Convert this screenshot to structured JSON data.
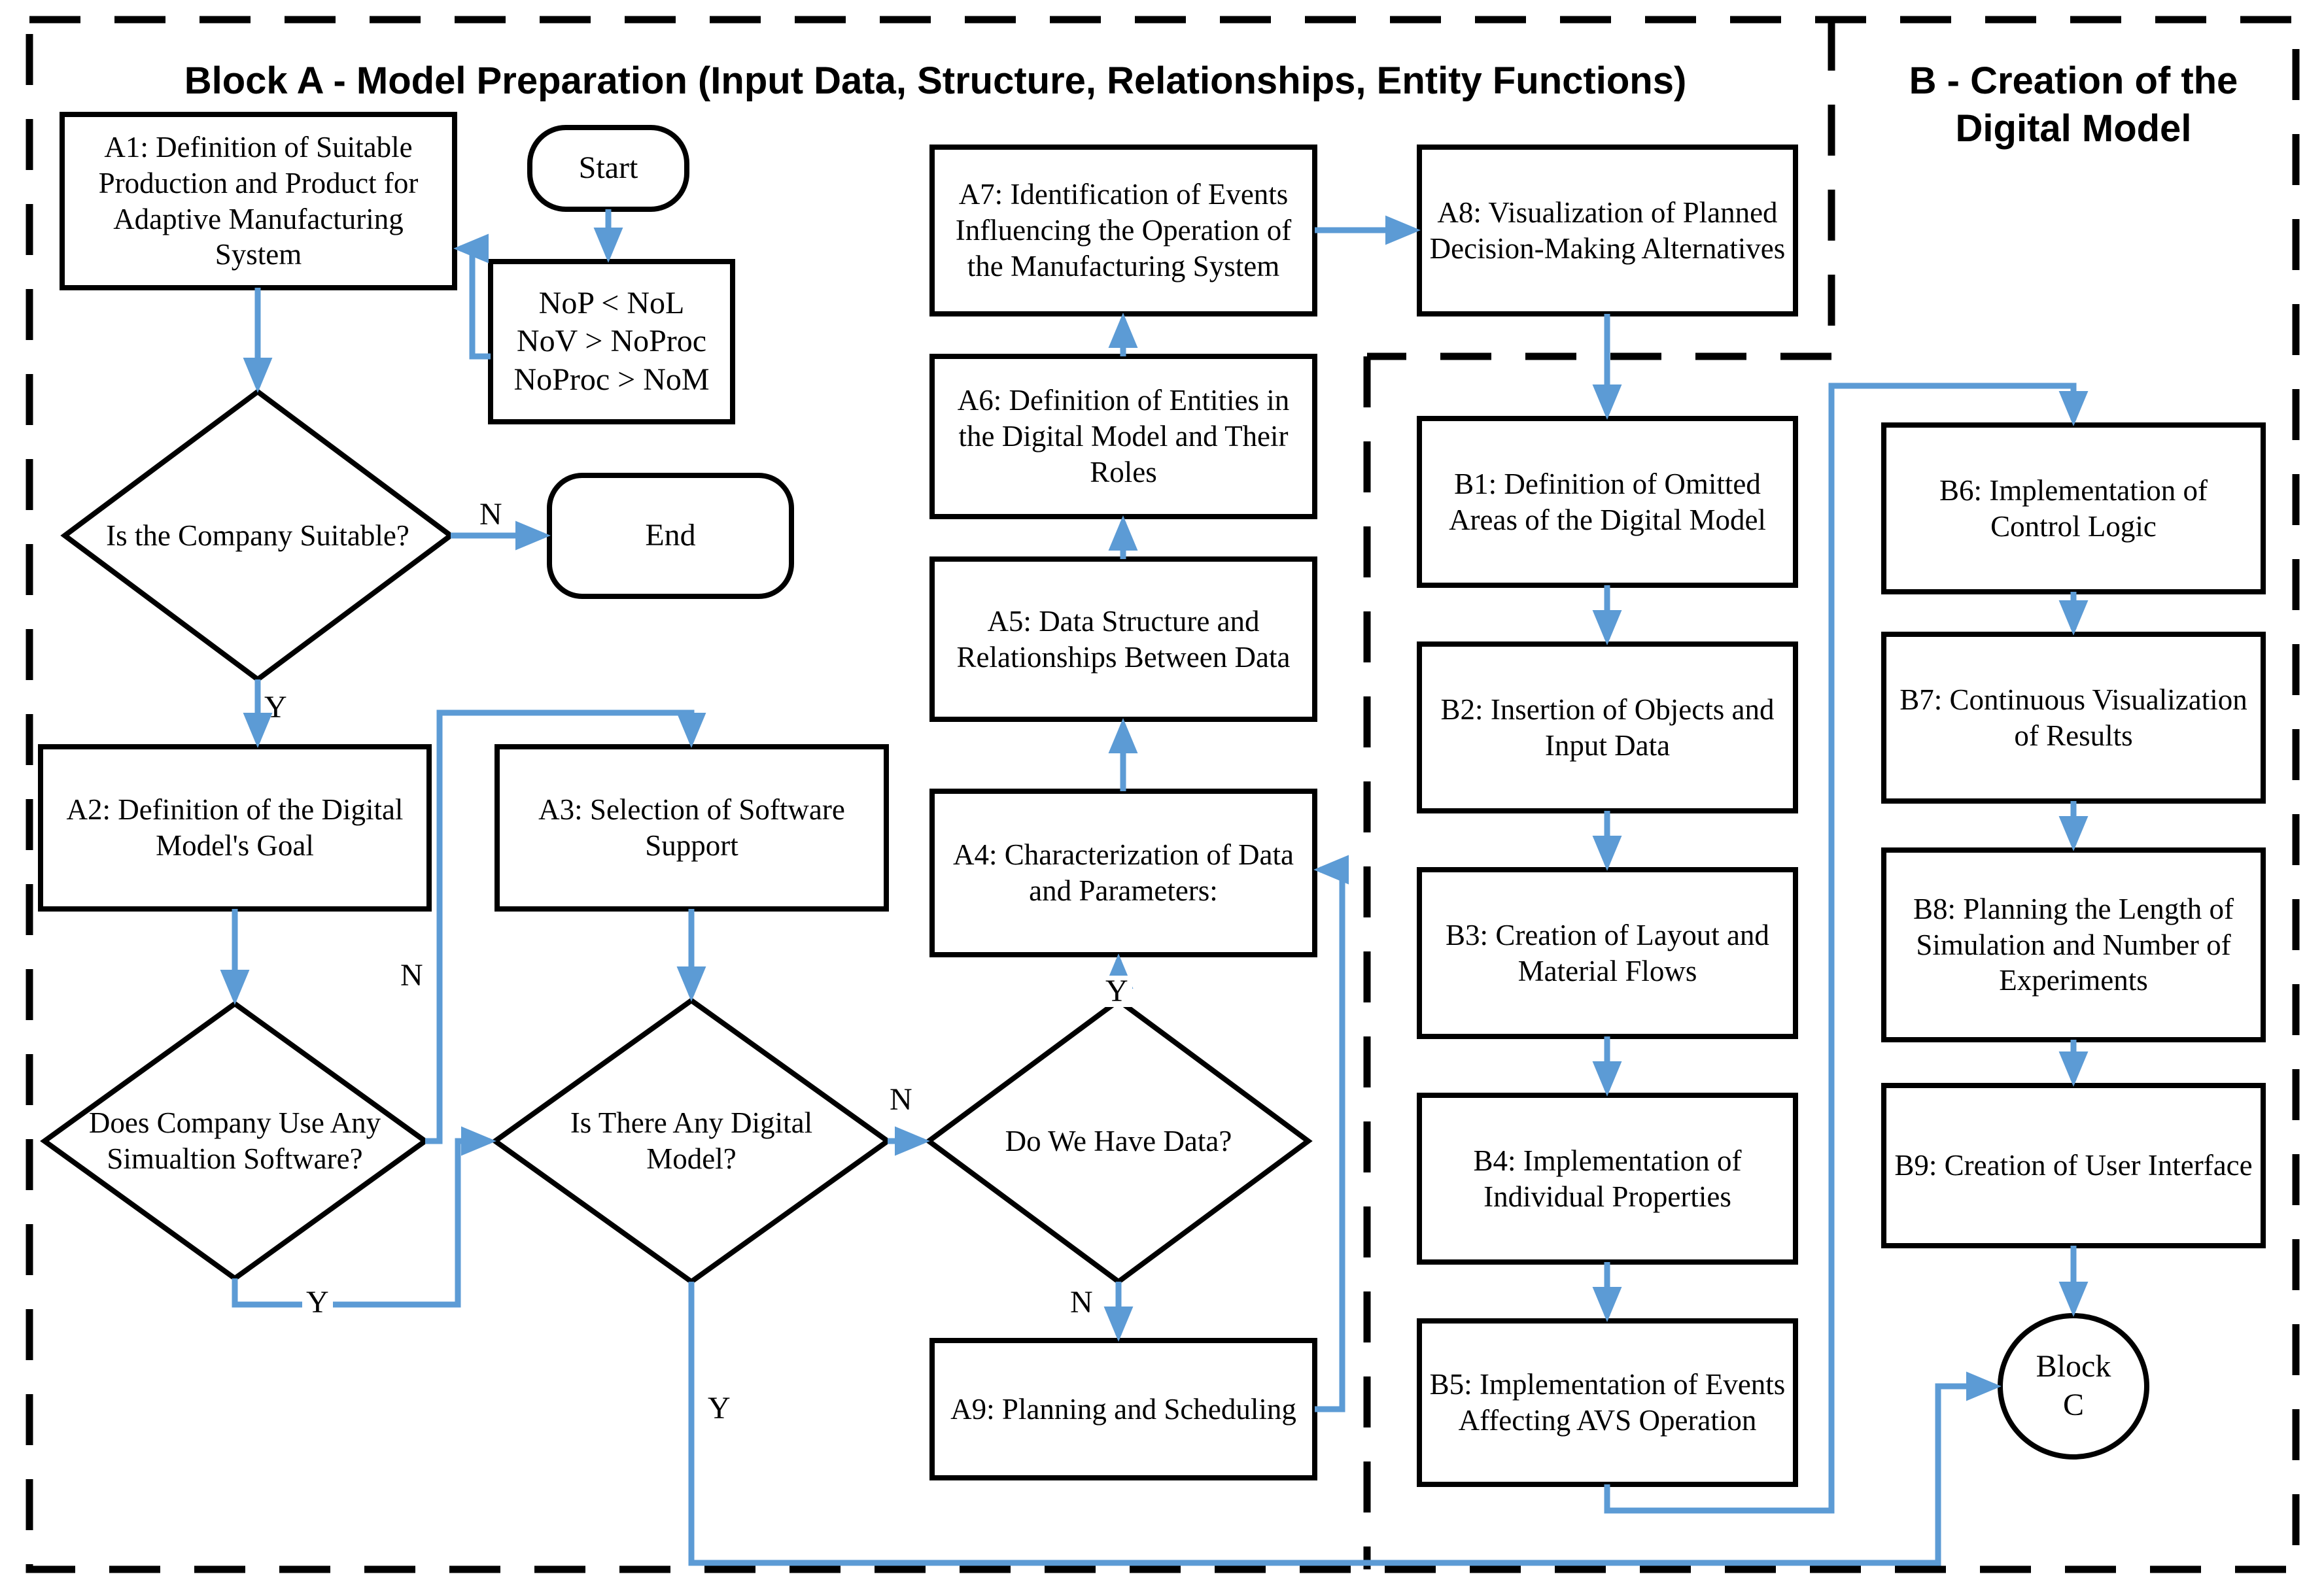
{
  "titles": {
    "block_a": "Block A - Model Preparation (Input Data, Structure, Relationships, Entity Functions)",
    "block_b": "B - Creation of the Digital Model"
  },
  "colors": {
    "accent": "#5C9BD5",
    "line": "#000000",
    "background": "#FFFFFF"
  },
  "nodes": {
    "start": {
      "label": "Start"
    },
    "end": {
      "label": "End"
    },
    "conditions": {
      "label": "NoP < NoL\nNoV > NoProc\nNoProc > NoM"
    },
    "a1": {
      "label": "A1: Definition of Suitable Production and Product for Adaptive Manufacturing System"
    },
    "a2": {
      "label": "A2: Definition of the Digital Model's Goal"
    },
    "a3": {
      "label": "A3: Selection of Software Support"
    },
    "a4": {
      "label": "A4: Characterization of Data and Parameters:"
    },
    "a5": {
      "label": "A5: Data Structure and Relationships Between Data"
    },
    "a6": {
      "label": "A6: Definition of Entities in the Digital Model and Their Roles"
    },
    "a7": {
      "label": "A7: Identification of Events Influencing the Operation of the Manufacturing System"
    },
    "a8": {
      "label": "A8: Visualization of Planned Decision-Making Alternatives"
    },
    "a9": {
      "label": "A9: Planning and Scheduling"
    },
    "b1": {
      "label": "B1: Definition of Omitted Areas of the Digital Model"
    },
    "b2": {
      "label": "B2: Insertion of Objects and Input Data"
    },
    "b3": {
      "label": "B3: Creation of Layout and Material Flows"
    },
    "b4": {
      "label": "B4: Implementation of Individual Properties"
    },
    "b5": {
      "label": "B5: Implementation of Events Affecting AVS Operation"
    },
    "b6": {
      "label": "B6: Implementation of Control Logic"
    },
    "b7": {
      "label": "B7: Continuous Visualization of Results"
    },
    "b8": {
      "label": "B8: Planning the Length of Simulation and Number of Experiments"
    },
    "b9": {
      "label": "B9: Creation of User Interface"
    },
    "block_c": {
      "label": "Block\nC"
    },
    "d1": {
      "label": "Is the Company Suitable?"
    },
    "d2": {
      "label": "Does Company Use Any Simualtion Software?"
    },
    "d3": {
      "label": "Is There Any Digital Model?"
    },
    "d4": {
      "label": "Do We Have Data?"
    }
  },
  "edges": {
    "d1_n": "N",
    "d1_y": "Y",
    "d2_n": "N",
    "d2_y": "Y",
    "d3_n": "N",
    "d3_y": "Y",
    "d4_y": "Y",
    "d4_n": "N"
  }
}
